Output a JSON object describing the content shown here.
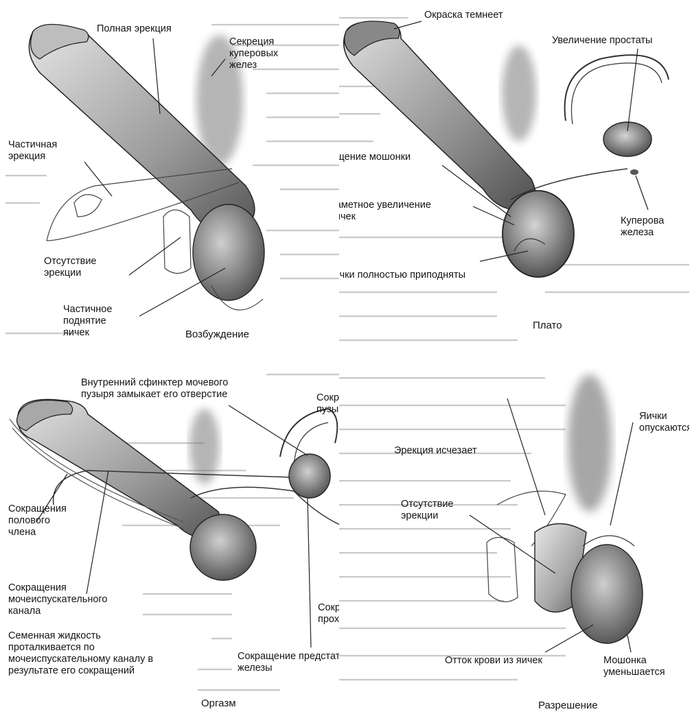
{
  "panels": {
    "excitement": {
      "title": "Возбуждение",
      "labels": {
        "full_erection": "Полная эрекция",
        "cowper_secretion": "Секреция\nкуперовых\nжелез",
        "partial_erection": "Частичная\nэрекция",
        "no_erection": "Отсутствие\nэрекции",
        "partial_testes_elevation": "Частичное\nподнятие\nяичек"
      }
    },
    "plateau": {
      "title": "Плато",
      "labels": {
        "color_darkens": "Окраска темнеет",
        "prostate_enlargement": "Увеличение простаты",
        "scrotum_thickening": "Утолщение мошонки",
        "testes_enlargement": "Заметное увеличение\nяичек",
        "cowper_gland": "Куперова\nжелеза",
        "testes_fully_elevated": "Яички полностью приподняты"
      }
    },
    "orgasm": {
      "title": "Оргазм",
      "labels": {
        "bladder_sphincter": "Внутренний сфинктер мочевого\nпузыря замыкает его отверстие",
        "seminal_vesicles": "Сокращения семенных\nпузырьков",
        "penis_contractions": "Сокращения\nполового\nчлена",
        "urethra_contractions": "Сокращения\nмочеиспускательного\nканала",
        "anal_sphincter": "Сокращение сфинктера заднего\nпрохода",
        "semen_flow": "Семенная жидкость\nпроталкивается по\nмочеиспускательному каналу в\nрезультате его сокращений",
        "prostate_contractions": "Сокращение предстательной\nжелезы"
      }
    },
    "resolution": {
      "title": "Разрешение",
      "labels": {
        "testes_descend": "Яички\nопускаются",
        "erection_disappears": "Эрекция исчезает",
        "no_erection": "Отсутствие\nэрекции",
        "blood_outflow": "Отток крови из яичек",
        "scrotum_shrinks": "Мошонка\nуменьшается"
      }
    }
  },
  "colors": {
    "background_text": "#c9c9c9",
    "ink": "#141414",
    "shade_dark": "#5a5a5a",
    "shade_light": "#d9d9d9"
  }
}
